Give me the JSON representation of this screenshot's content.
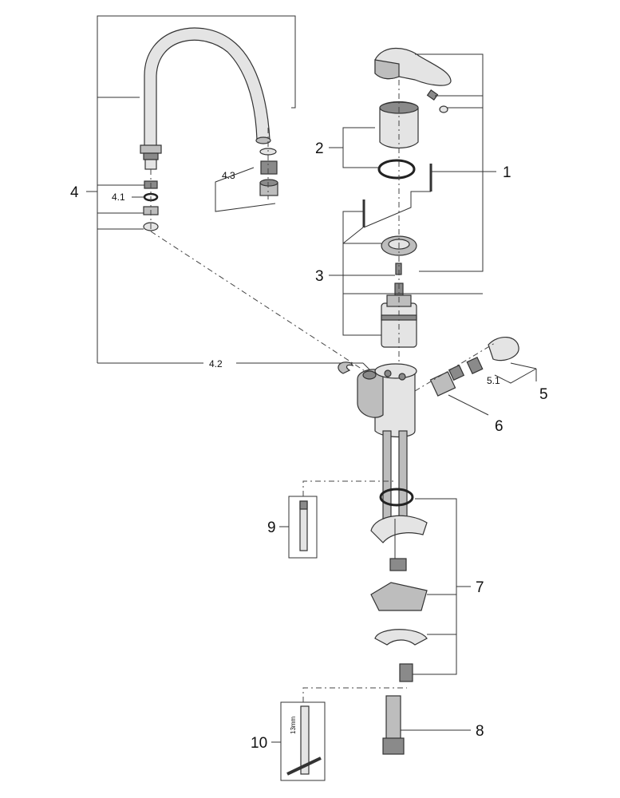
{
  "labels": {
    "l1": "1",
    "l2": "2",
    "l3": "3",
    "l4": "4",
    "l4_1": "4.1",
    "l4_2": "4.2",
    "l4_3": "4.3",
    "l5": "5",
    "l5_1": "5.1",
    "l6": "6",
    "l7": "7",
    "l8": "8",
    "l9": "9",
    "l10": "10",
    "tool_size": "13mm"
  }
}
